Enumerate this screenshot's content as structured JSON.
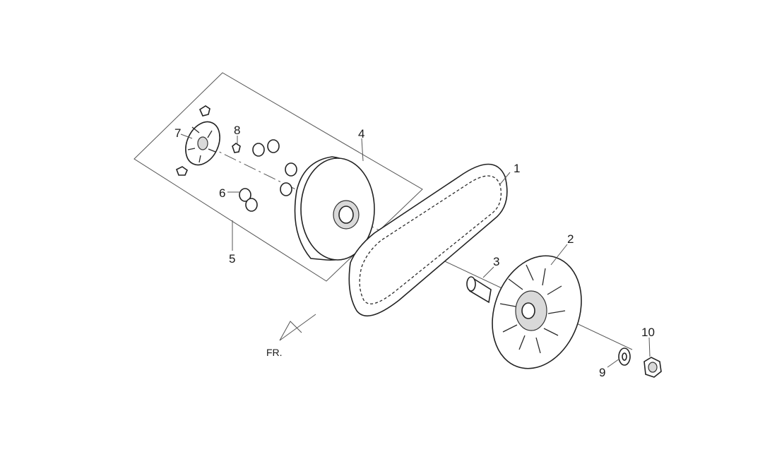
{
  "labels": {
    "l1": "1",
    "l2": "2",
    "l3": "3",
    "l4": "4",
    "l5": "5",
    "l6": "6",
    "l7": "7",
    "l8": "8",
    "l9": "9",
    "l10": "10"
  },
  "direction": {
    "text": "FR."
  },
  "colors": {
    "line": "#222222",
    "shade": "#d9d9d9",
    "background": "#ffffff"
  }
}
